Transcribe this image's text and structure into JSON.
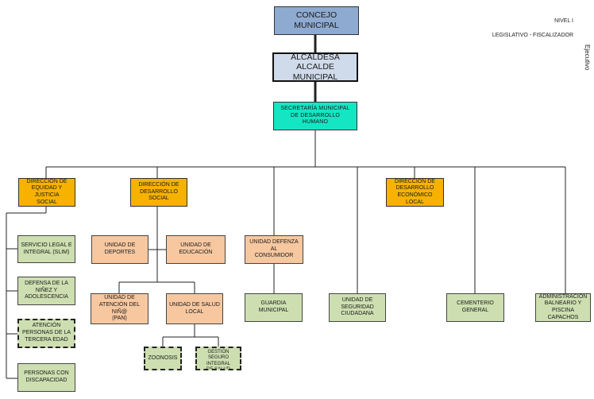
{
  "nivel": {
    "nivel1": "NIVEL I",
    "legislativo": "LEGISLATIVO - FISCALIZADOR",
    "ejecutivo_vertical": "Ejecutivo"
  },
  "top": {
    "concejo": "CONCEJO\nMUNICIPAL",
    "alcaldesa": "ALCALDESA\nALCALDE\nMUNICIPAL",
    "secretaria": "SECRETARÍA MUNICIPAL\nDE DESARROLLO\nHUMANO"
  },
  "direcciones": {
    "equidad": "DIRECCIÓN DE\nEQUIDAD Y JUSTICIA\nSOCIAL",
    "desarrollo_social": "DIRECCIÓN DE\nDESARROLLO\nSOCIAL",
    "desarrollo_economico": "DIRECCIÓN DE\nDESARROLLO\nECONÓMICO LOCAL"
  },
  "equidad_items": {
    "slim": "SERVICIO LEGAL E\nINTEGRAL (SLIM)",
    "defensa_ninez": "DEFENSA DE LA\nNIÑEZ Y\nADOLESCENCIA",
    "tercera_edad": "ATENCIÓN\nPERSONAS DE LA\nTERCERA EDAD",
    "discapacidad": "PERSONAS CON\nDISCAPACIDAD"
  },
  "desarrollo_social_items": {
    "deportes": "UNIDAD DE\nDEPORTES",
    "educacion": "UNIDAD DE\nEDUCACIÓN",
    "atencion_nino": "UNIDAD DE\nATENCIÓN DEL NIÑ@\n(PAN)",
    "salud": "UNIDAD DE SALUD\nLOCAL",
    "zoonosis": "ZOONOSIS",
    "gestion_seguro": "UNIDAD GESTIÓN\nSEGURO INTEGRAL\nDE SALUD"
  },
  "other_units": {
    "defensa_consumidor": "UNIDAD DEFENZA AL\nCONSUMIDOR",
    "guardia": "GUARDIA MUNICIPAL",
    "seguridad": "UNIDAD DE\nSEGURIDAD\nCIUDADANA",
    "cementerio": "CEMENTERIO\nGENERAL",
    "balneario": "ADMINISTRACIÓN\nBALNEARIO Y\nPISCINA CAPACHOS"
  }
}
